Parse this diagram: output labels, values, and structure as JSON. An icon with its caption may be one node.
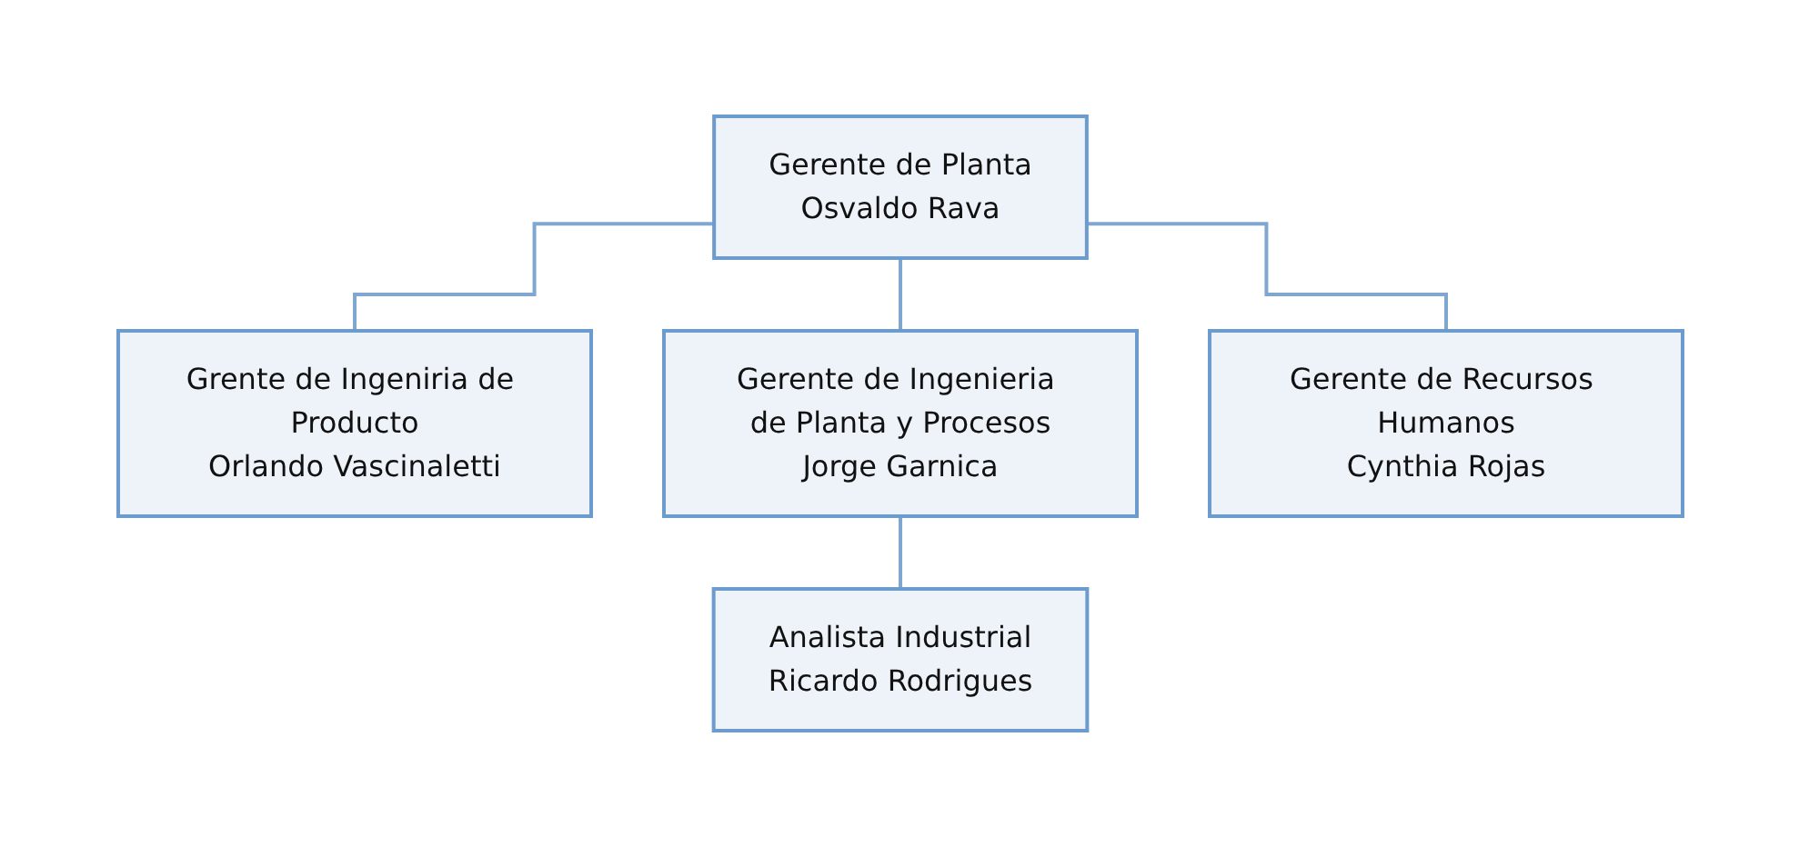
{
  "diagram": {
    "nodes": [
      {
        "text": [
          "Gerente de Planta",
          "Osvaldo Rava"
        ]
      },
      {
        "text": [
          "Grente de Ingeniria de Producto",
          "Orlando Vascinaletti"
        ]
      },
      {
        "text": [
          "Gerente de Ingenieria de Planta y Procesos",
          "Jorge Garnica"
        ]
      },
      {
        "text": [
          "Gerente de Recursos Humanos",
          "Cynthia Rojas"
        ]
      },
      {
        "text": [
          "Analista Industrial",
          "Ricardo Rodrigues"
        ]
      }
    ],
    "edges": [
      {
        "from": 0,
        "to": 1,
        "arrow": "none"
      },
      {
        "from": 0,
        "to": 2,
        "arrow": "none"
      },
      {
        "from": 0,
        "to": 3,
        "arrow": "none"
      },
      {
        "from": 2,
        "to": 4,
        "arrow": "none"
      }
    ]
  }
}
